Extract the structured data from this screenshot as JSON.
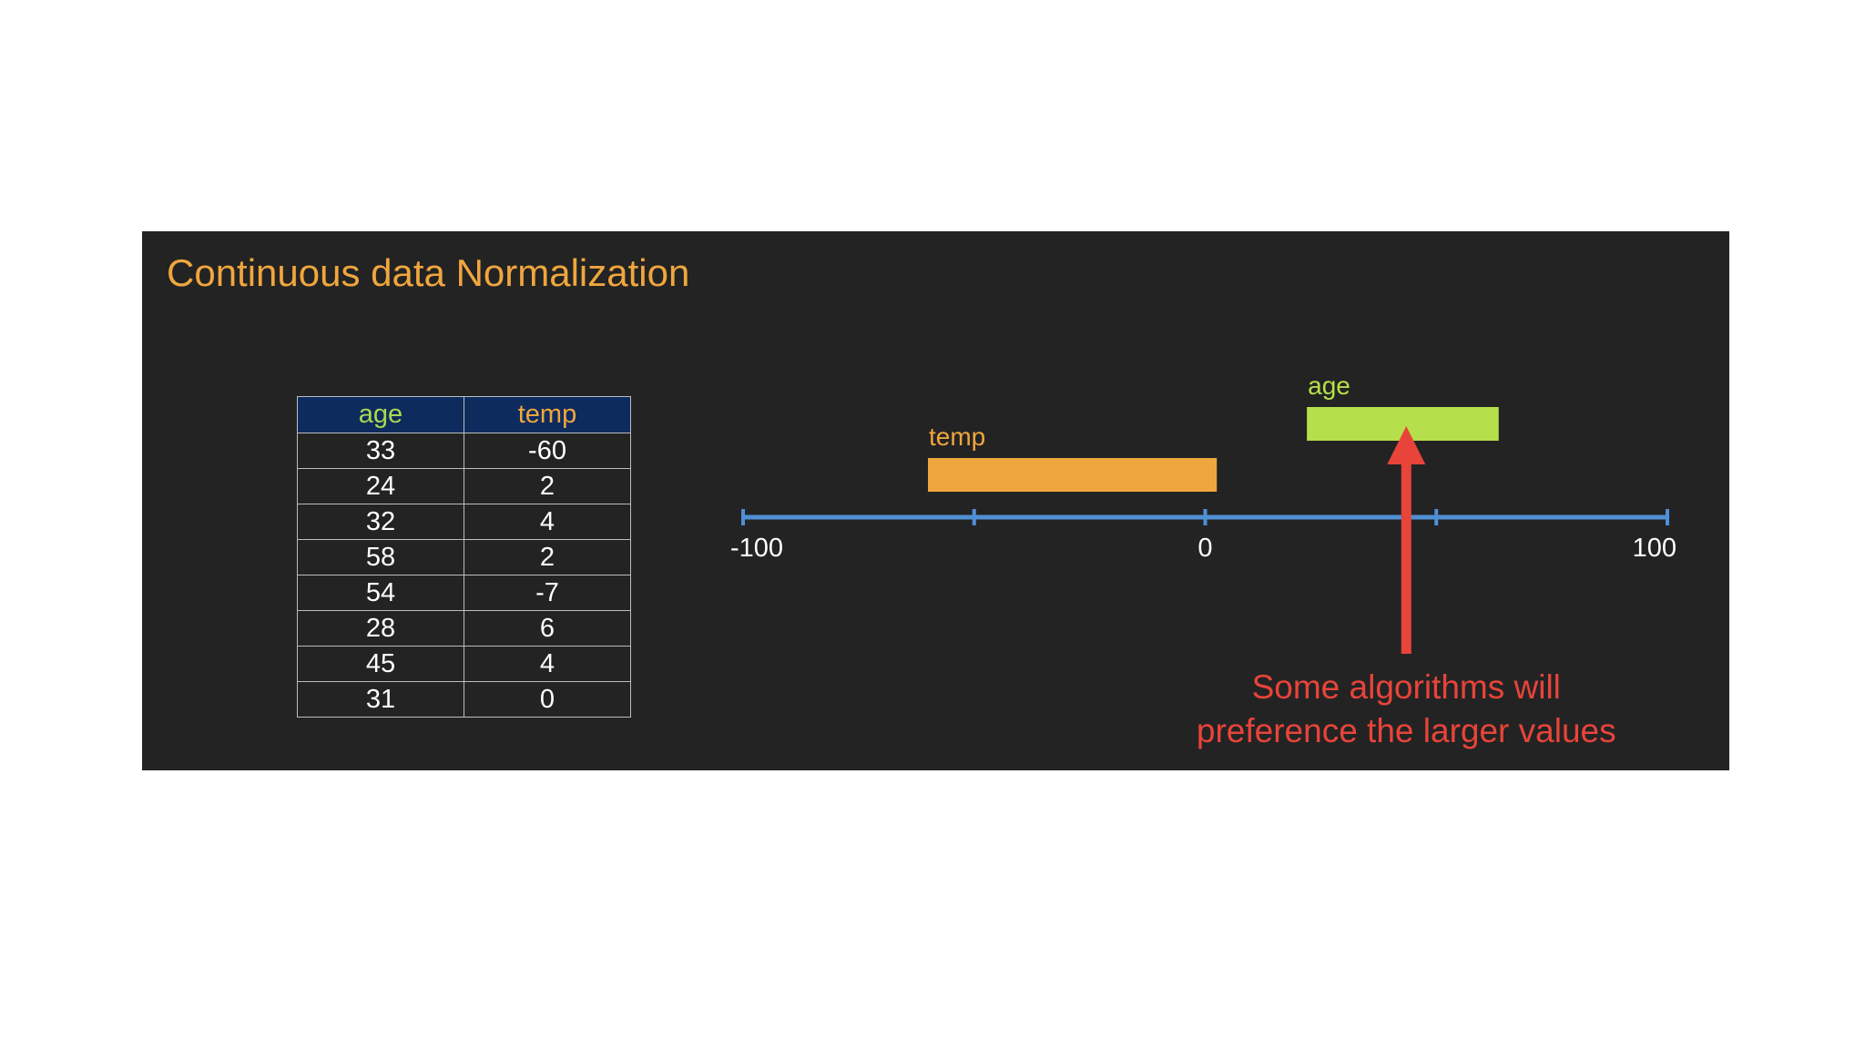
{
  "slide": {
    "title": "Continuous data Normalization",
    "background": "#232323"
  },
  "table": {
    "headers": [
      "age",
      "temp"
    ],
    "header_background": "#0e2b5e",
    "rows": [
      [
        "33",
        "-60"
      ],
      [
        "24",
        "2"
      ],
      [
        "32",
        "4"
      ],
      [
        "58",
        "2"
      ],
      [
        "54",
        "-7"
      ],
      [
        "28",
        "6"
      ],
      [
        "45",
        "4"
      ],
      [
        "31",
        "0"
      ]
    ]
  },
  "axis": {
    "min": -100,
    "max": 100,
    "ticks": [
      -100,
      -50,
      0,
      50,
      100
    ],
    "labels": [
      "-100",
      "0",
      "100"
    ],
    "label_values": [
      -100,
      0,
      100
    ],
    "color": "#4f8fd6"
  },
  "ranges": [
    {
      "label": "temp",
      "min": -60,
      "max": 2.5,
      "color": "#f0a63e"
    },
    {
      "label": "age",
      "min": 22,
      "max": 63.5,
      "color": "#b6e04b"
    }
  ],
  "annotation": {
    "lines": [
      "Some algorithms will",
      "preference the larger values"
    ],
    "color": "#e8443a",
    "points_to_value": 43.5
  }
}
